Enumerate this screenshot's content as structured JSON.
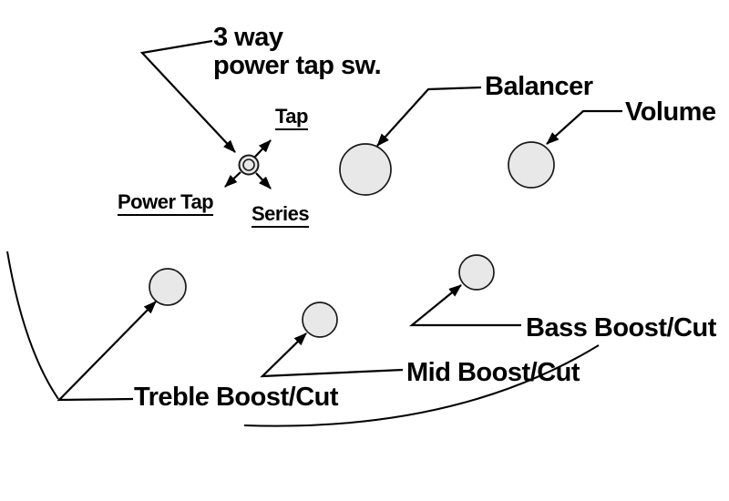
{
  "diagram": {
    "title_line1": "3 way",
    "title_line2": "power tap sw.",
    "switch_positions": {
      "tap": "Tap",
      "power_tap": "Power Tap",
      "series": "Series"
    },
    "controls": {
      "balancer": "Balancer",
      "volume": "Volume",
      "bass": "Bass Boost/Cut",
      "mid": "Mid Boost/Cut",
      "treble": "Treble Boost/Cut"
    },
    "colors": {
      "knob_fill": "#e8e8e8",
      "knob_stroke": "#1a1a1a",
      "line": "#000000",
      "background": "#ffffff"
    }
  }
}
